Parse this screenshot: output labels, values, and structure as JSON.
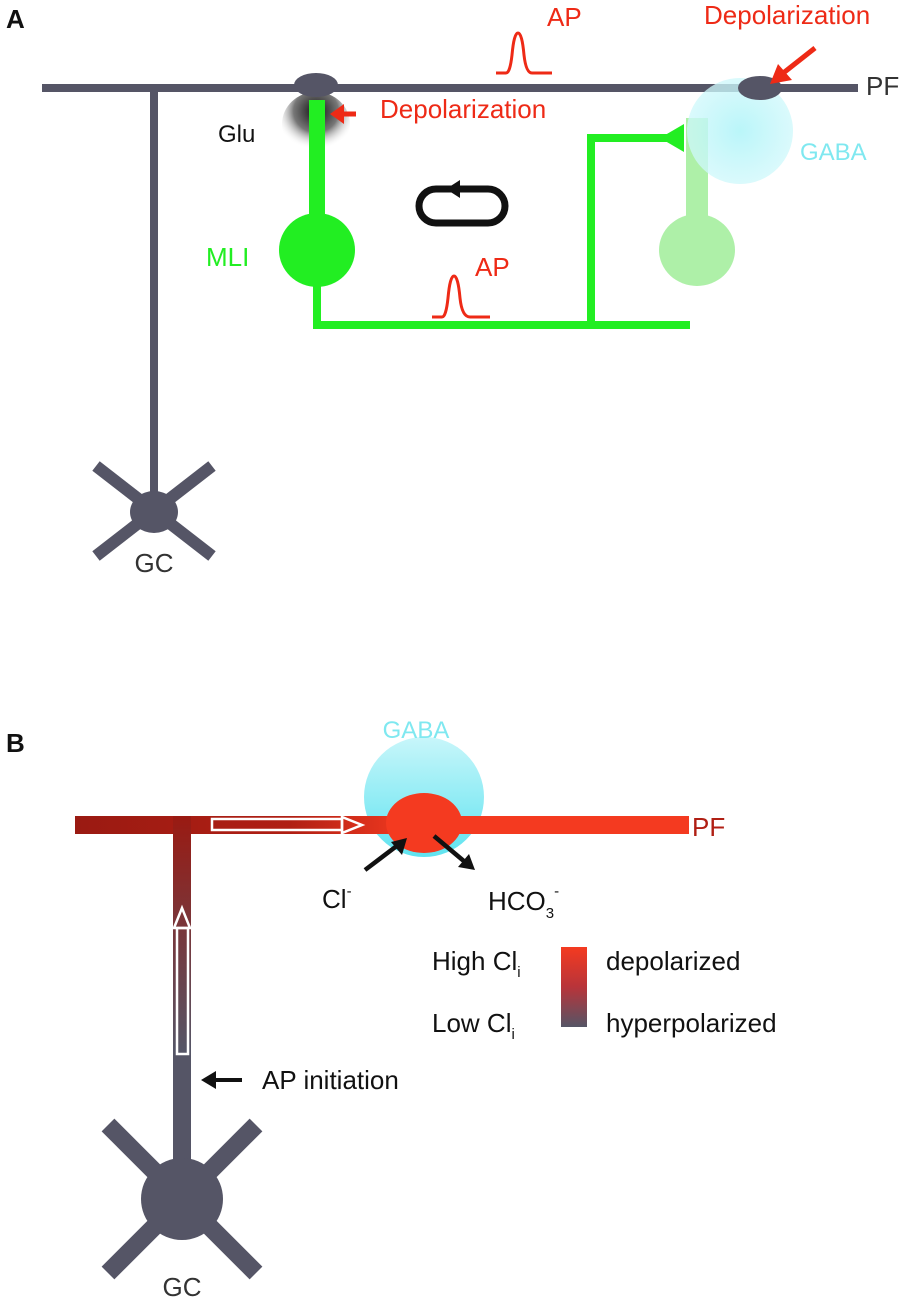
{
  "colors": {
    "neuron_gray": "#555566",
    "mli_green": "#22ee22",
    "mli_green_faded": "#aef0a8",
    "label_red": "#ee2a16",
    "gaba_cyan": "#7fe8f0",
    "pf_dark_red": "#9a1a12",
    "pf_red": "#f43a20",
    "arrow_black": "#111111"
  },
  "panel_a": {
    "letter": "A",
    "ap_top": "AP",
    "depolarization_right": "Depolarization",
    "pf": "PF",
    "glu": "Glu",
    "depolarization_left": "Depolarization",
    "gaba": "GABA",
    "mli": "MLI",
    "ap_mid": "AP",
    "gc": "GC",
    "icons": [
      "cycle-arrow-icon",
      "action-potential-icon",
      "red-arrow-icon"
    ]
  },
  "panel_b": {
    "letter": "B",
    "gaba": "GABA",
    "pf": "PF",
    "cl": "Cl",
    "cl_sup": "-",
    "hco3": "HCO",
    "hco3_sub": "3",
    "hco3_sup": "-",
    "ap_initiation": "AP initiation",
    "gc": "GC",
    "legend": {
      "high_prefix": "High Cl",
      "high_sub": "i",
      "low_prefix": "Low Cl",
      "low_sub": "i",
      "depolarized": "depolarized",
      "hyperpolarized": "hyperpolarized"
    },
    "icons": [
      "black-arrow-icon",
      "white-outline-arrow-icon"
    ]
  }
}
